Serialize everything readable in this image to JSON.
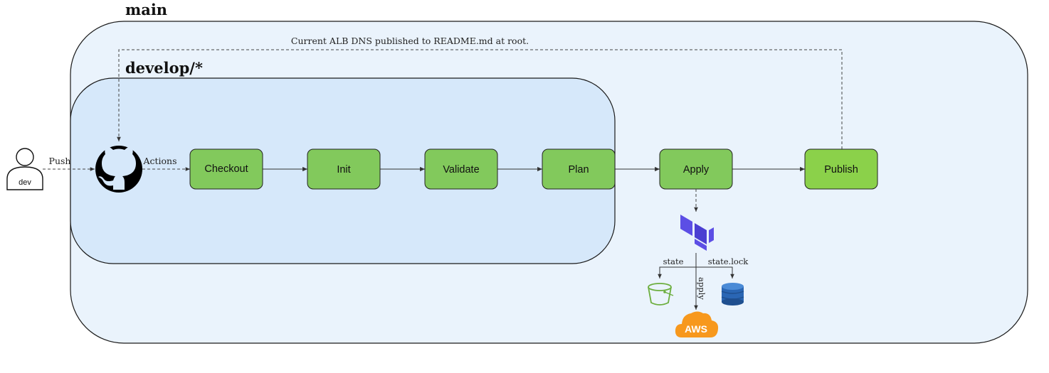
{
  "regions": {
    "main_label": "main",
    "develop_label": "develop/*"
  },
  "actor": {
    "label": "dev"
  },
  "edges": {
    "push": "Push",
    "actions": "Actions",
    "feedback": "Current ALB DNS published to README.md at root.",
    "state": "state",
    "state_lock": "state.lock",
    "apply": "apply"
  },
  "steps": [
    {
      "label": "Checkout"
    },
    {
      "label": "Init"
    },
    {
      "label": "Validate"
    },
    {
      "label": "Plan"
    },
    {
      "label": "Apply"
    },
    {
      "label": "Publish"
    }
  ],
  "icons": {
    "github": "github-icon",
    "terraform": "terraform-icon",
    "s3": "s3-bucket-icon",
    "dynamodb": "dynamodb-icon",
    "aws": "aws-cloud-icon",
    "aws_text": "AWS"
  },
  "colors": {
    "main_fill": "#eaf3fc",
    "develop_fill": "#d6e8fa",
    "step_fill": "#82c95c",
    "publish_fill": "#8bd14a",
    "terraform": "#5c4ee5",
    "aws_orange": "#f7981d",
    "s3_green": "#6cae3e",
    "dynamodb_blue": "#2a66b4"
  }
}
